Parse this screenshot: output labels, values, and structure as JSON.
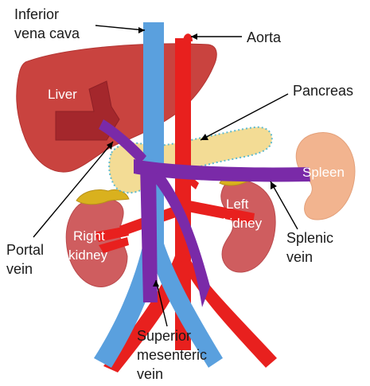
{
  "labels": {
    "ivc_line1": "Inferior",
    "ivc_line2": "vena cava",
    "aorta": "Aorta",
    "liver": "Liver",
    "pancreas": "Pancreas",
    "spleen": "Spleen",
    "portal_line1": "Portal",
    "portal_line2": "vein",
    "right_kidney_line1": "Right",
    "right_kidney_line2": "kidney",
    "left_kidney_line1": "Left",
    "left_kidney_line2": "kidney",
    "splenic_line1": "Splenic",
    "splenic_line2": "vein",
    "smv_line1": "Superior",
    "smv_line2": "mesenteric",
    "smv_line3": "vein"
  },
  "colors": {
    "liver": "#c9433f",
    "liver_dark": "#a3262c",
    "ivc": "#5aa0de",
    "aorta": "#e8201e",
    "portal_system": "#7a2aa8",
    "pancreas": "#f2d98a",
    "pancreas_outline": "#4fb3c9",
    "spleen": "#f2b48f",
    "kidney": "#cf5d5f",
    "adrenal": "#d9b11e"
  }
}
